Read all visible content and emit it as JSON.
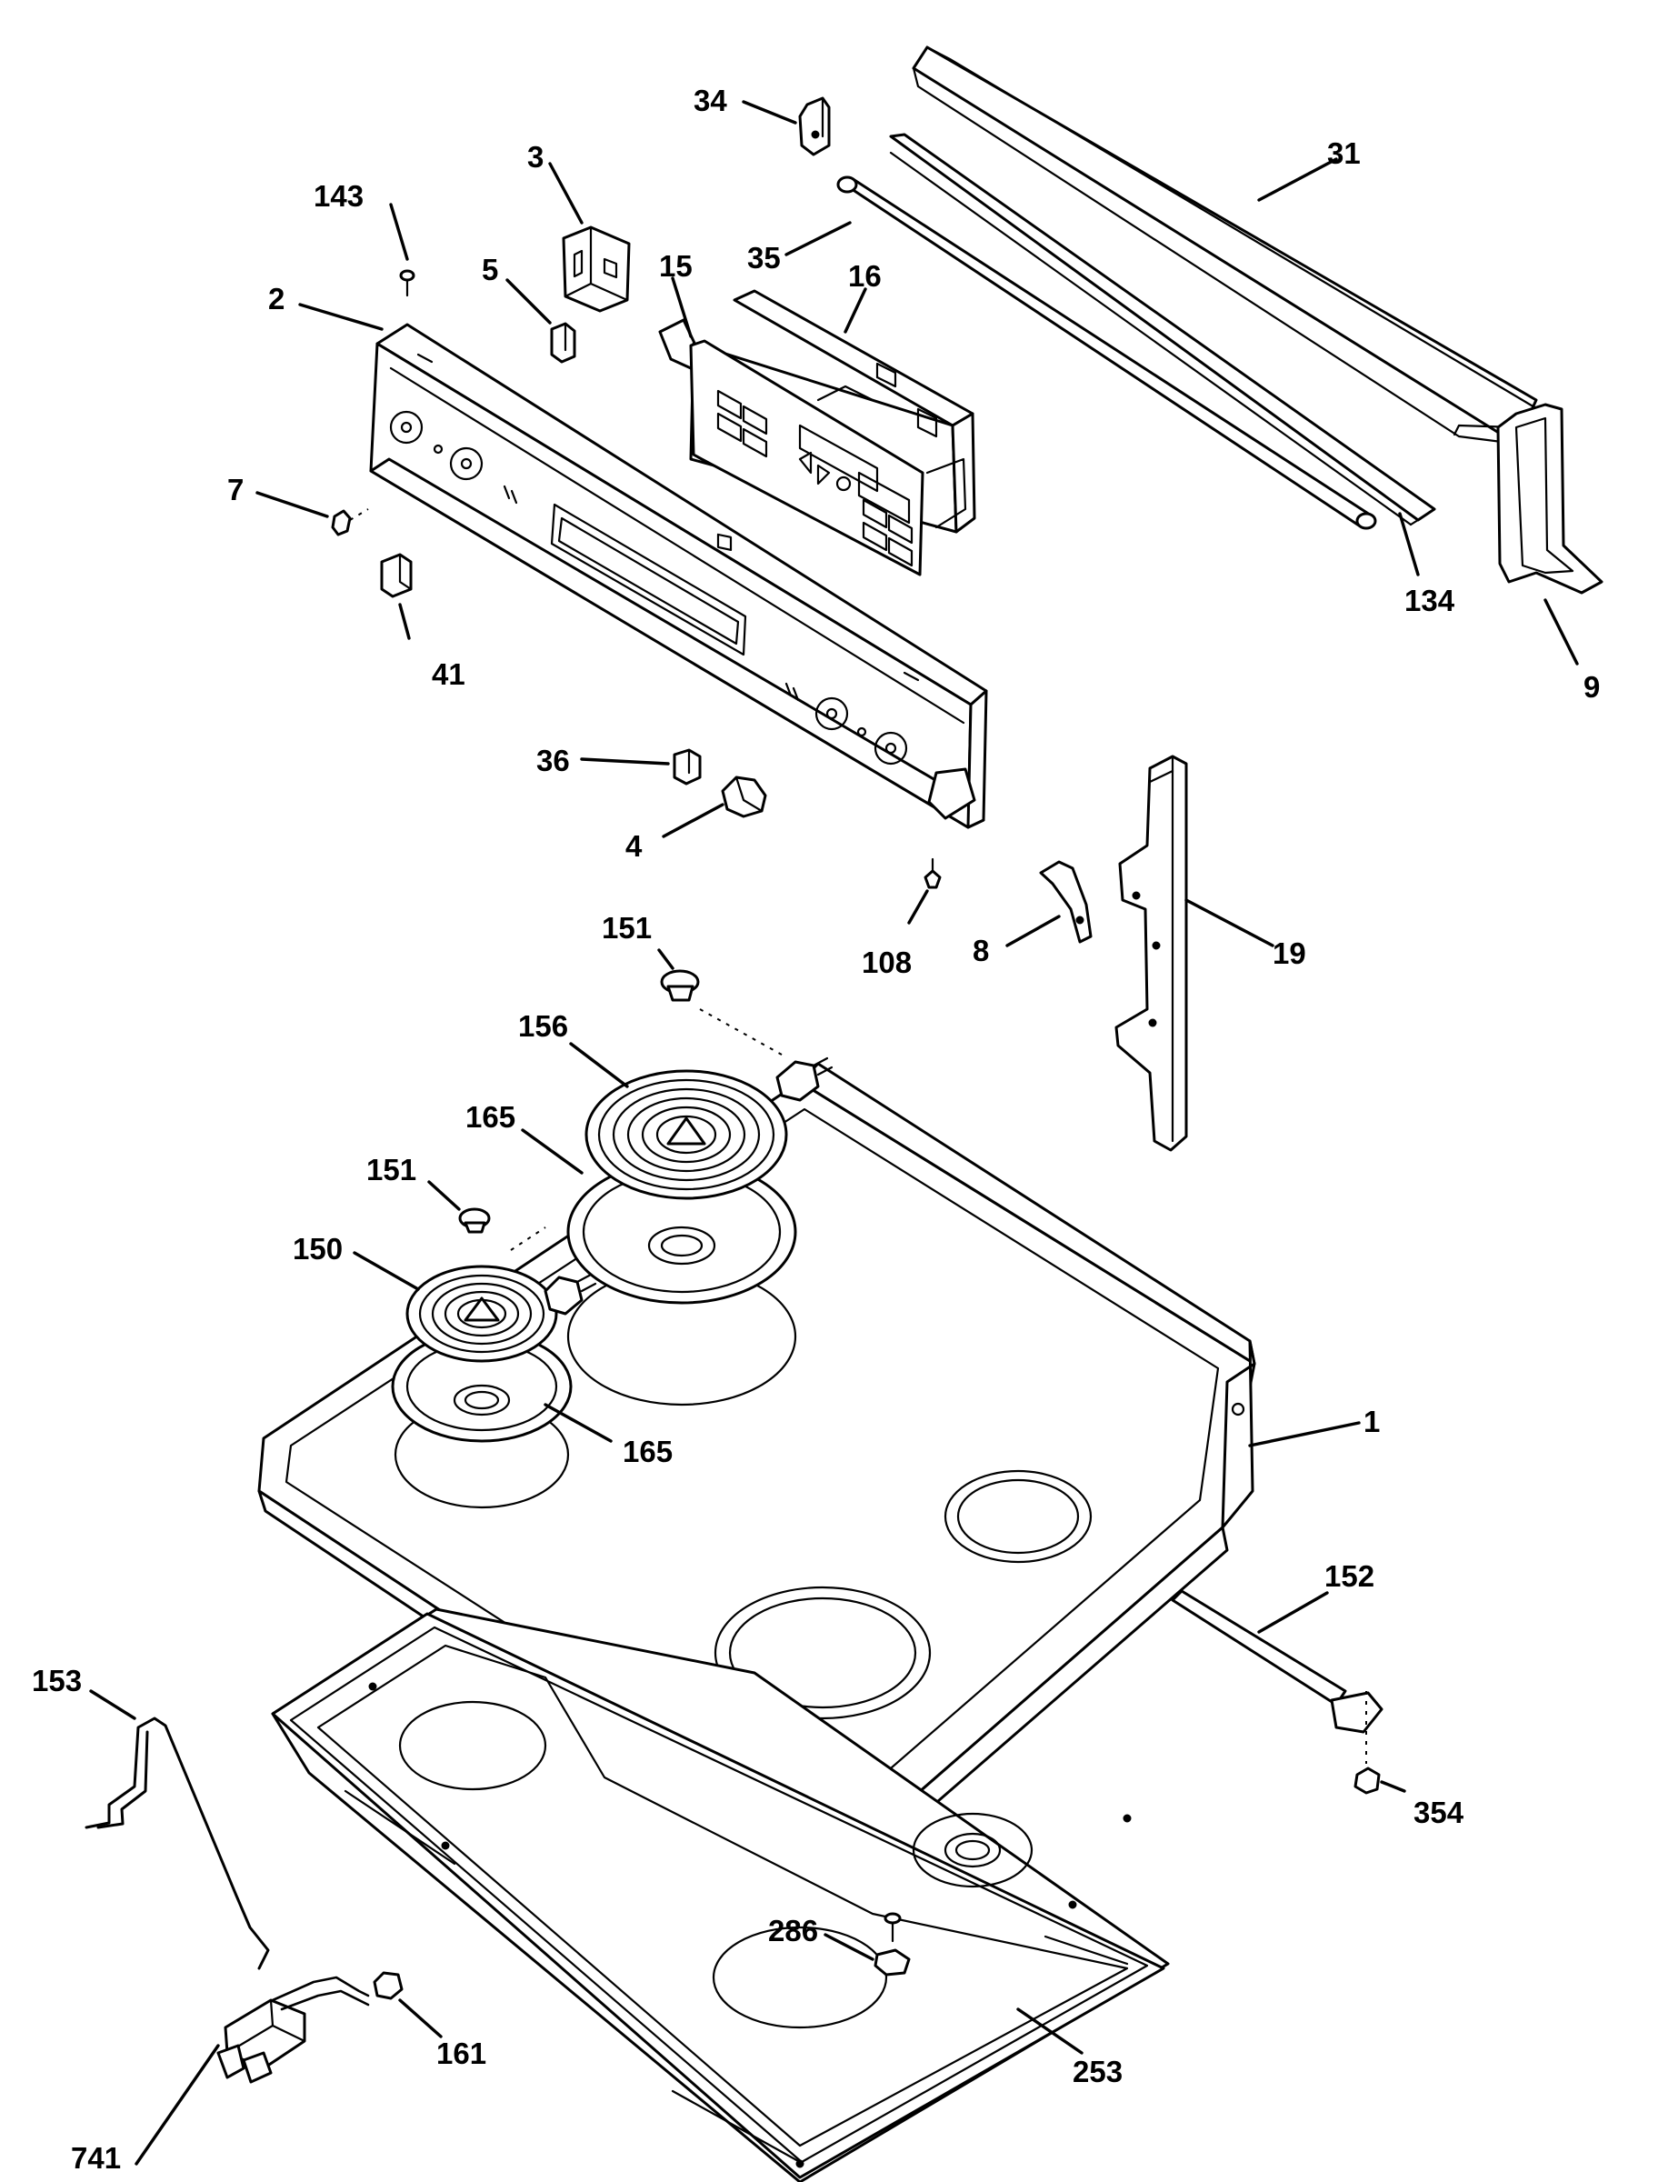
{
  "callouts": [
    {
      "id": "c31",
      "text": "31"
    },
    {
      "id": "c34",
      "text": "34"
    },
    {
      "id": "c3",
      "text": "3"
    },
    {
      "id": "c143",
      "text": "143"
    },
    {
      "id": "c5",
      "text": "5"
    },
    {
      "id": "c35",
      "text": "35"
    },
    {
      "id": "c15",
      "text": "15"
    },
    {
      "id": "c16",
      "text": "16"
    },
    {
      "id": "c2",
      "text": "2"
    },
    {
      "id": "c7",
      "text": "7"
    },
    {
      "id": "c41",
      "text": "41"
    },
    {
      "id": "c134",
      "text": "134"
    },
    {
      "id": "c9",
      "text": "9"
    },
    {
      "id": "c36",
      "text": "36"
    },
    {
      "id": "c4",
      "text": "4"
    },
    {
      "id": "c108",
      "text": "108"
    },
    {
      "id": "c8",
      "text": "8"
    },
    {
      "id": "c19",
      "text": "19"
    },
    {
      "id": "c151a",
      "text": "151"
    },
    {
      "id": "c156",
      "text": "156"
    },
    {
      "id": "c165a",
      "text": "165"
    },
    {
      "id": "c151b",
      "text": "151"
    },
    {
      "id": "c150",
      "text": "150"
    },
    {
      "id": "c1",
      "text": "1"
    },
    {
      "id": "c165b",
      "text": "165"
    },
    {
      "id": "c152",
      "text": "152"
    },
    {
      "id": "c153",
      "text": "153"
    },
    {
      "id": "c354",
      "text": "354"
    },
    {
      "id": "c286",
      "text": "286"
    },
    {
      "id": "c253",
      "text": "253"
    },
    {
      "id": "c161",
      "text": "161"
    },
    {
      "id": "c741",
      "text": "741"
    }
  ]
}
